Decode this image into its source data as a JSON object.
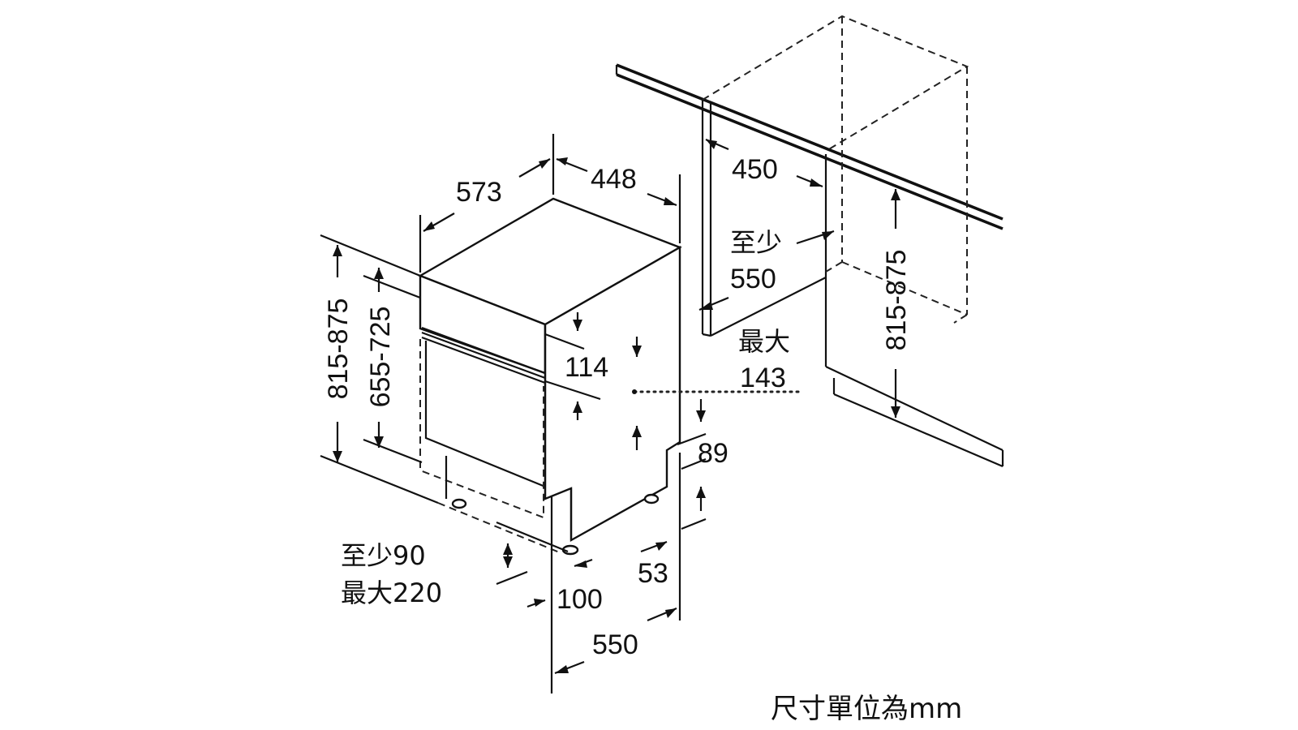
{
  "dimensions": {
    "top_depth": "573",
    "top_width": "448",
    "height_total": "815-875",
    "height_body": "655-725",
    "panel_114": "114",
    "niche_width": "450",
    "niche_depth_label": "至少",
    "niche_depth_value": "550",
    "max_label": "最大",
    "max_value": "143",
    "kick_89": "89",
    "niche_height": "815-875",
    "plinth_min": "至少90",
    "plinth_max": "最大220",
    "foot_100": "100",
    "foot_53": "53",
    "depth_550": "550"
  },
  "unit_note": "尺寸單位為mm"
}
